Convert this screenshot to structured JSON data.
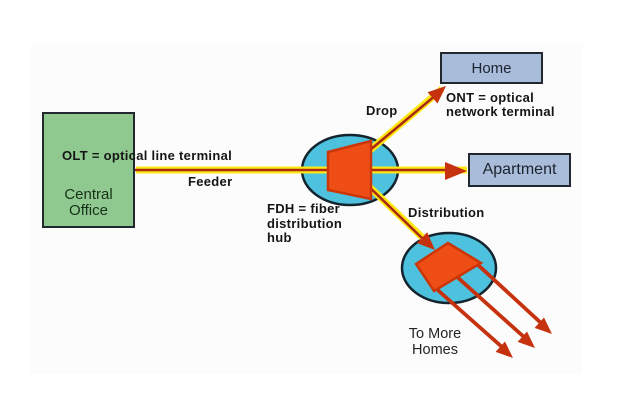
{
  "nodes": {
    "central_office": {
      "line1": "Central",
      "line2": "Office"
    },
    "home": {
      "label": "Home"
    },
    "apartment": {
      "label": "Apartment"
    }
  },
  "labels": {
    "olt": "OLT = optical line terminal",
    "feeder": "Feeder",
    "drop": "Drop",
    "ont_line1": "ONT = optical",
    "ont_line2": "network terminal",
    "fdh_line1": "FDH = fiber",
    "fdh_line2": "distribution",
    "fdh_line3": "hub",
    "distribution": "Distribution",
    "to_more_homes_line1": "To More",
    "to_more_homes_line2": "Homes"
  },
  "colors": {
    "link_yellow": "#ffe713",
    "link_red": "#ab2a12",
    "arrow_red": "#c6310e",
    "hub_fill": "#4ec1de",
    "hub_stroke": "#13242e",
    "splitter_fill": "#ee4e16",
    "splitter_stroke": "#cc3505",
    "office_fill": "#8fc98f",
    "building_fill": "#a9bcd9",
    "box_stroke": "#22282e"
  }
}
